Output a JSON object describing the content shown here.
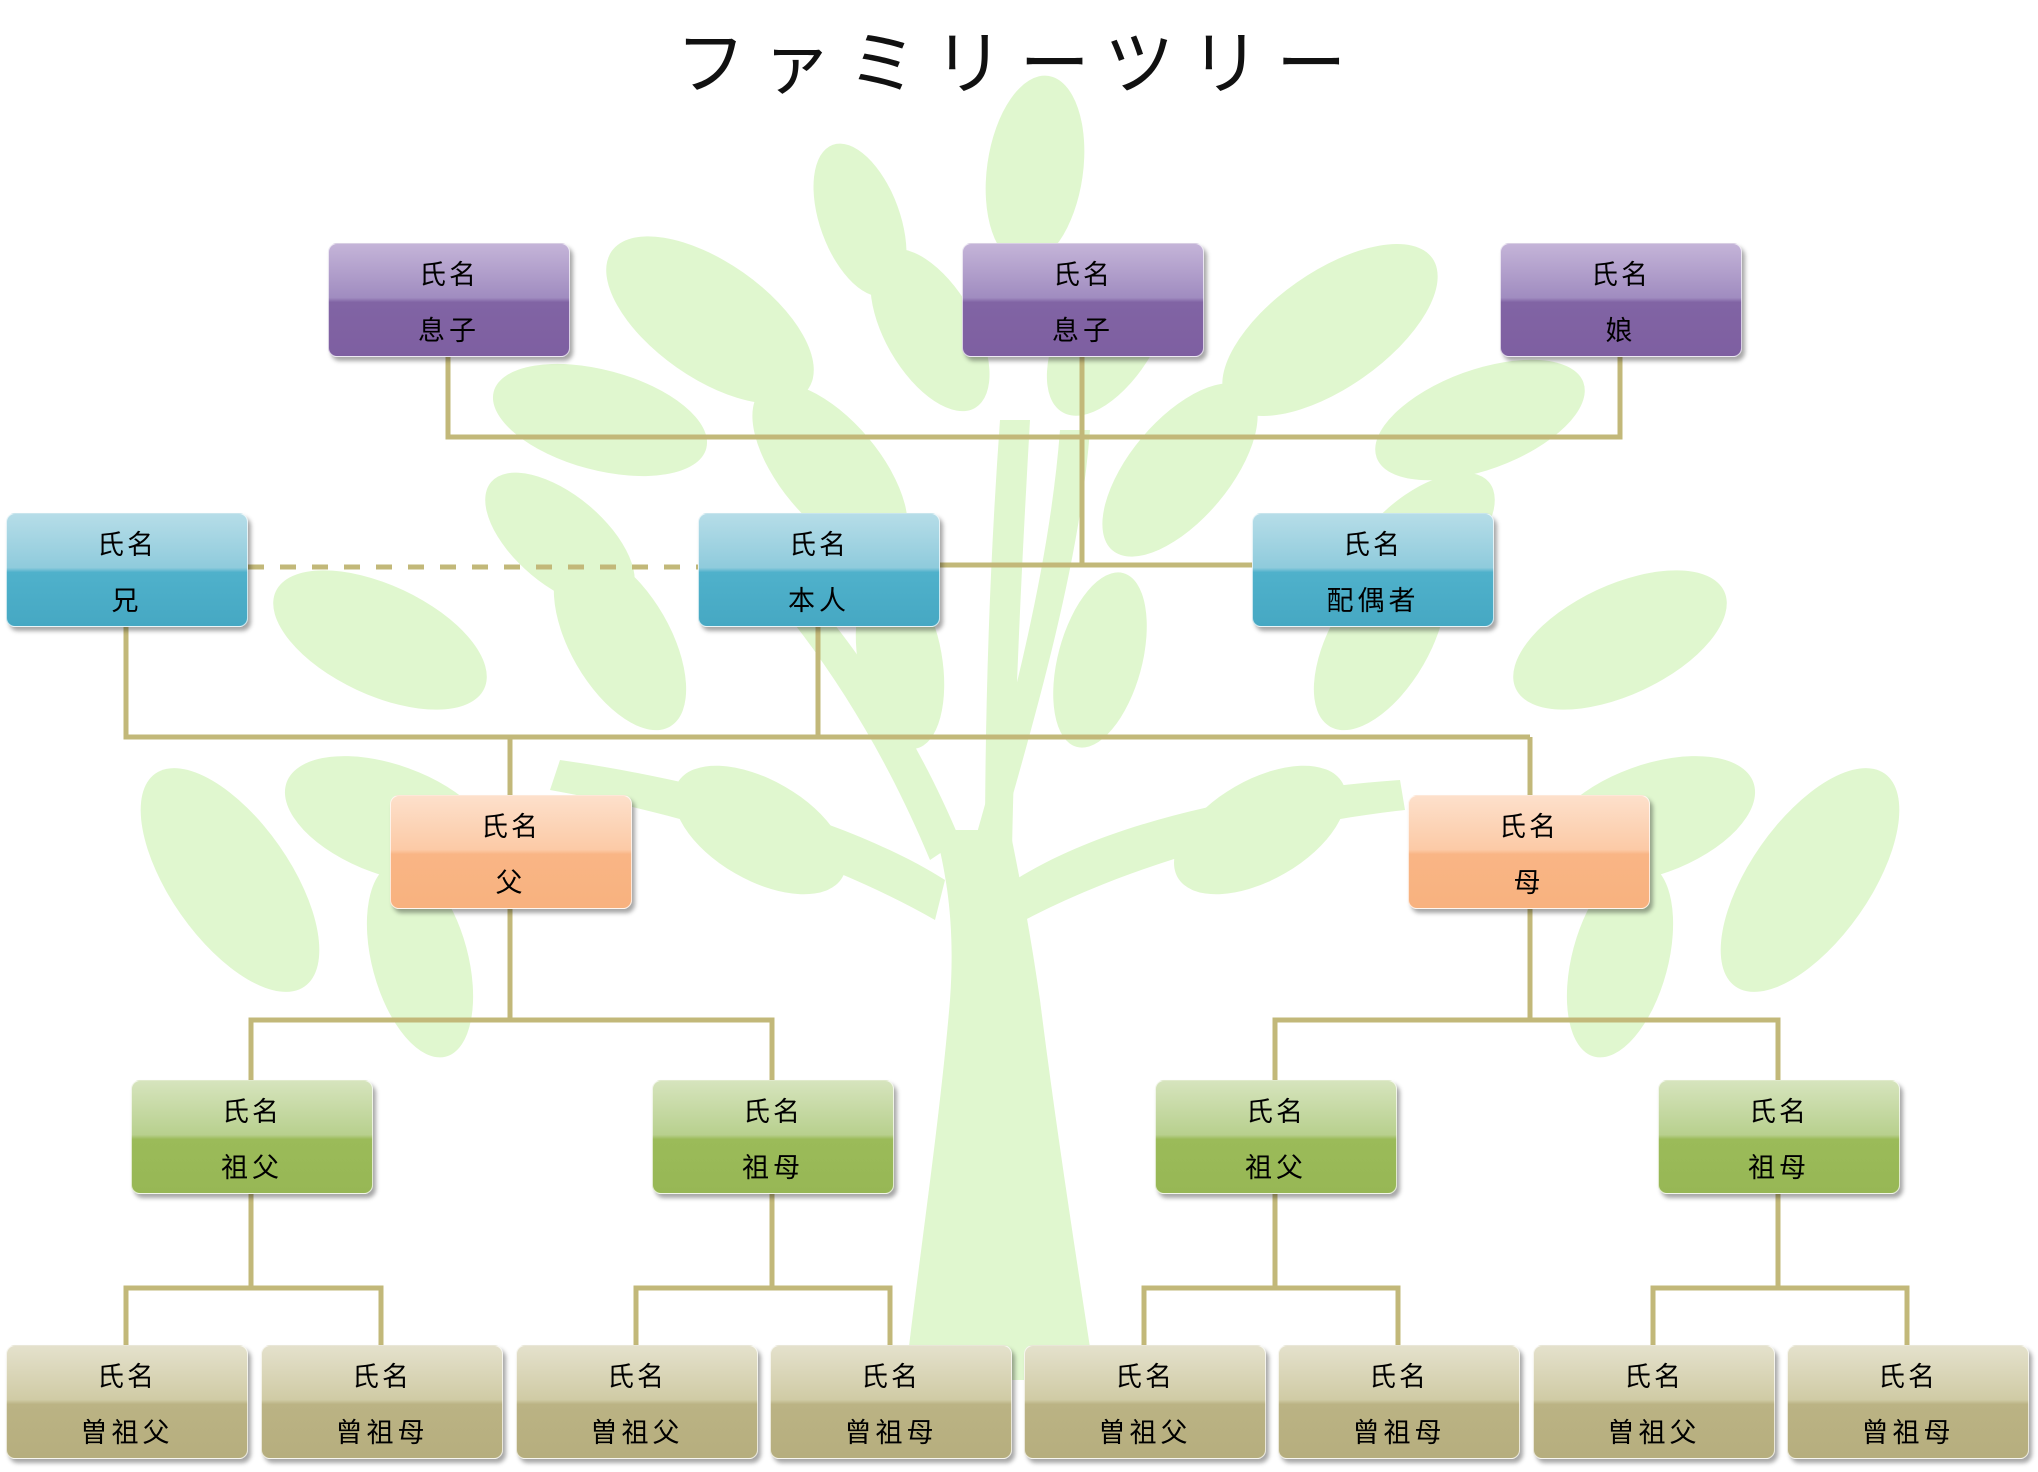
{
  "title": "ファミリーツリー",
  "colors": {
    "line": "#c2b879",
    "tree": "#e0f7cf",
    "purple": "#8064a2",
    "blue": "#4bacc6",
    "orange": "#f9b27c",
    "green": "#9bbb59",
    "tan": "#bab283"
  },
  "people": {
    "son1": {
      "name": "氏名",
      "role": "息子"
    },
    "son2": {
      "name": "氏名",
      "role": "息子"
    },
    "daughter": {
      "name": "氏名",
      "role": "娘"
    },
    "brother": {
      "name": "氏名",
      "role": "兄"
    },
    "self": {
      "name": "氏名",
      "role": "本人"
    },
    "spouse": {
      "name": "氏名",
      "role": "配偶者"
    },
    "father": {
      "name": "氏名",
      "role": "父"
    },
    "mother": {
      "name": "氏名",
      "role": "母"
    },
    "gp1": {
      "name": "氏名",
      "role": "祖父"
    },
    "gp2": {
      "name": "氏名",
      "role": "祖母"
    },
    "gp3": {
      "name": "氏名",
      "role": "祖父"
    },
    "gp4": {
      "name": "氏名",
      "role": "祖母"
    },
    "ggp1": {
      "name": "氏名",
      "role": "曽祖父"
    },
    "ggp2": {
      "name": "氏名",
      "role": "曾祖母"
    },
    "ggp3": {
      "name": "氏名",
      "role": "曽祖父"
    },
    "ggp4": {
      "name": "氏名",
      "role": "曾祖母"
    },
    "ggp5": {
      "name": "氏名",
      "role": "曽祖父"
    },
    "ggp6": {
      "name": "氏名",
      "role": "曾祖母"
    },
    "ggp7": {
      "name": "氏名",
      "role": "曽祖父"
    },
    "ggp8": {
      "name": "氏名",
      "role": "曾祖母"
    }
  }
}
